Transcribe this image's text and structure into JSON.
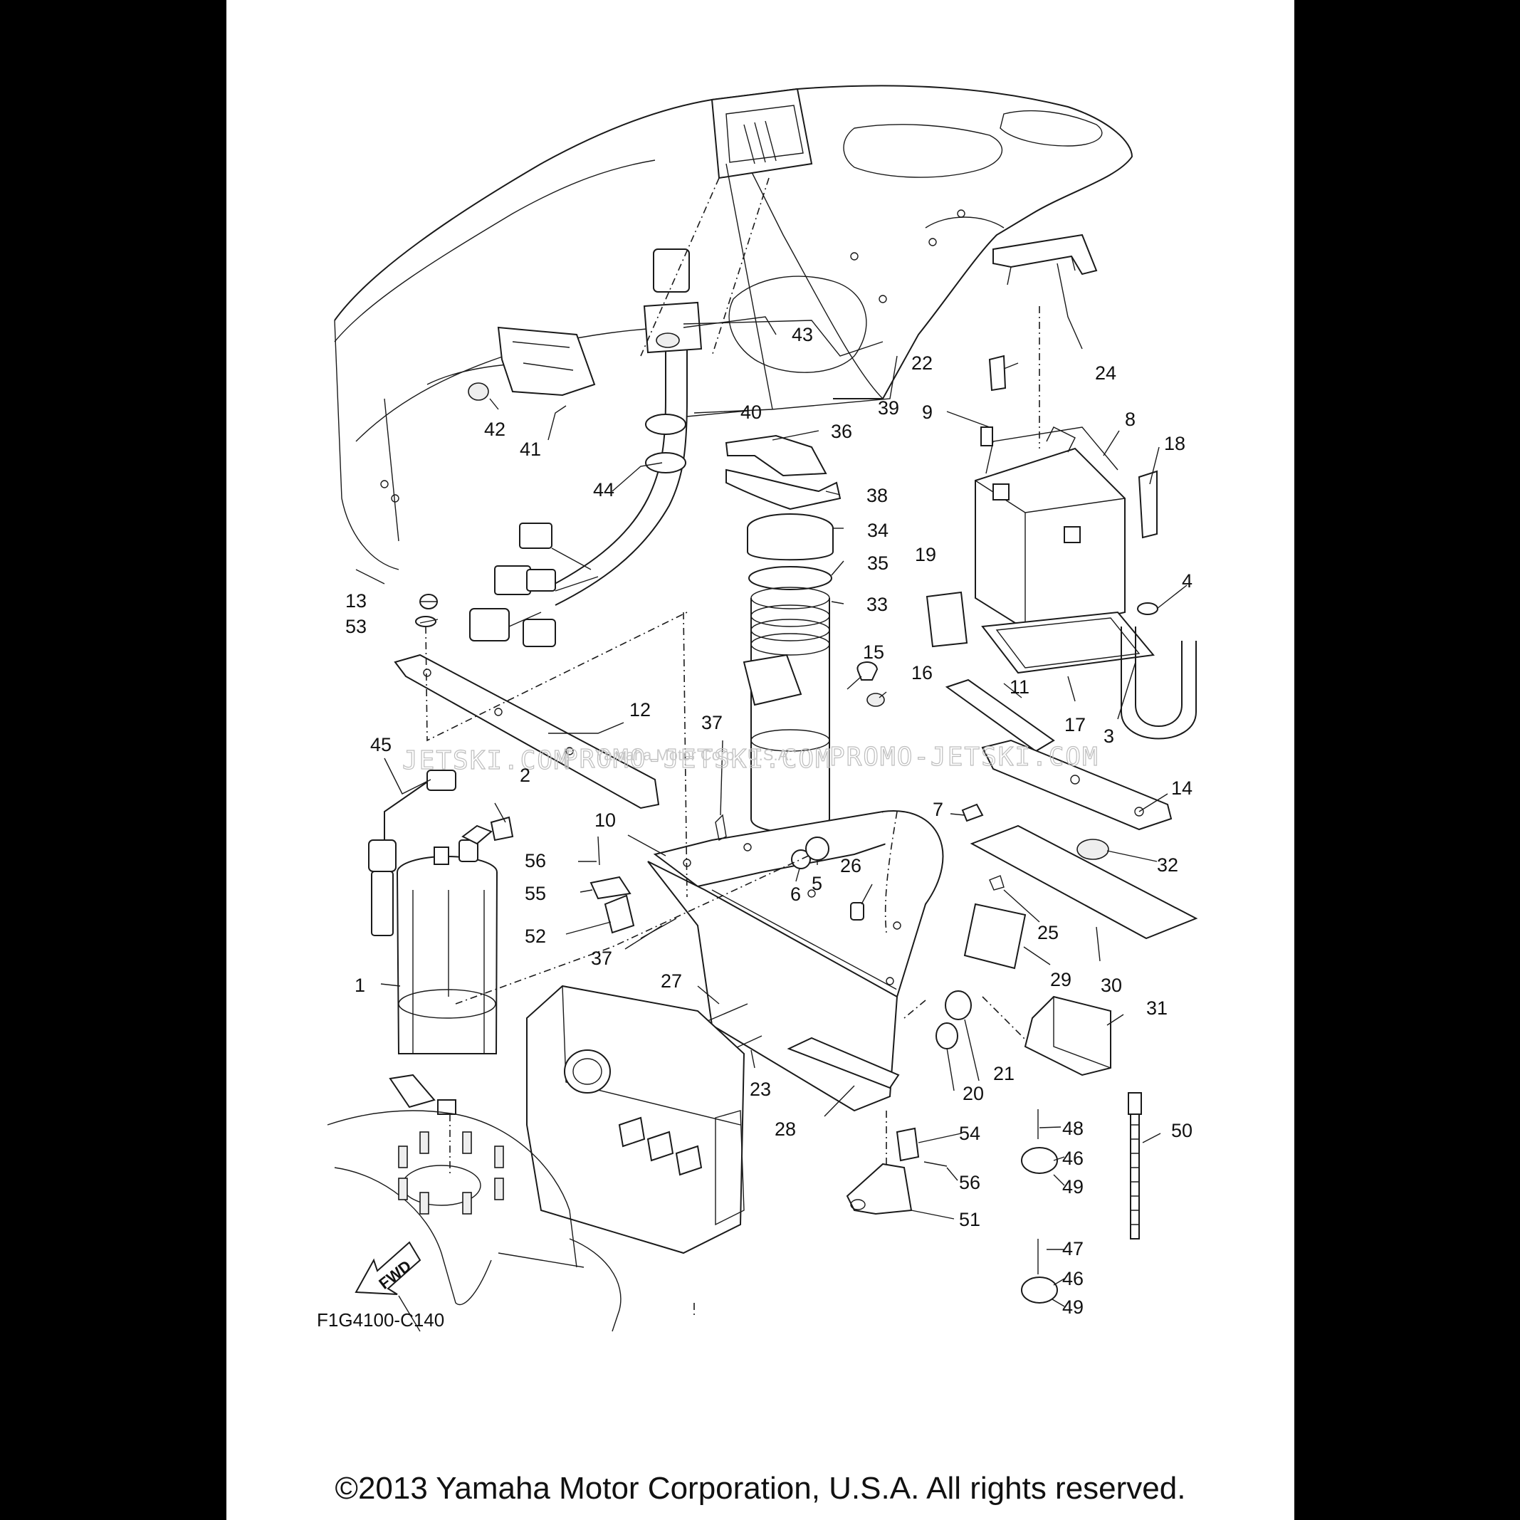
{
  "diagram_code": "F1G4100-C140",
  "forward_marker": "FWD",
  "copyright": "©2013 Yamaha Motor Corporation, U.S.A. All rights reserved.",
  "watermarks": [
    "JETSKI.COM",
    "PROMO-JETSKI.COM",
    "Yamaha Motor Corp., U.S.A.",
    "PROMO-JETSKI.COM"
  ],
  "callouts": [
    {
      "id": "c1",
      "label": "1"
    },
    {
      "id": "c2",
      "label": "2"
    },
    {
      "id": "c3",
      "label": "3"
    },
    {
      "id": "c4",
      "label": "4"
    },
    {
      "id": "c5",
      "label": "5"
    },
    {
      "id": "c6",
      "label": "6"
    },
    {
      "id": "c7",
      "label": "7"
    },
    {
      "id": "c8",
      "label": "8"
    },
    {
      "id": "c9",
      "label": "9"
    },
    {
      "id": "c10",
      "label": "10"
    },
    {
      "id": "c11",
      "label": "11"
    },
    {
      "id": "c12",
      "label": "12"
    },
    {
      "id": "c13",
      "label": "13"
    },
    {
      "id": "c14",
      "label": "14"
    },
    {
      "id": "c15",
      "label": "15"
    },
    {
      "id": "c16",
      "label": "16"
    },
    {
      "id": "c17",
      "label": "17"
    },
    {
      "id": "c18",
      "label": "18"
    },
    {
      "id": "c19",
      "label": "19"
    },
    {
      "id": "c20",
      "label": "20"
    },
    {
      "id": "c21",
      "label": "21"
    },
    {
      "id": "c22",
      "label": "22"
    },
    {
      "id": "c23",
      "label": "23"
    },
    {
      "id": "c24",
      "label": "24"
    },
    {
      "id": "c25",
      "label": "25"
    },
    {
      "id": "c26",
      "label": "26"
    },
    {
      "id": "c27",
      "label": "27"
    },
    {
      "id": "c28",
      "label": "28"
    },
    {
      "id": "c29",
      "label": "29"
    },
    {
      "id": "c30",
      "label": "30"
    },
    {
      "id": "c31",
      "label": "31"
    },
    {
      "id": "c32",
      "label": "32"
    },
    {
      "id": "c33",
      "label": "33"
    },
    {
      "id": "c34",
      "label": "34"
    },
    {
      "id": "c35",
      "label": "35"
    },
    {
      "id": "c36",
      "label": "36"
    },
    {
      "id": "c37a",
      "label": "37"
    },
    {
      "id": "c37b",
      "label": "37"
    },
    {
      "id": "c38",
      "label": "38"
    },
    {
      "id": "c39",
      "label": "39"
    },
    {
      "id": "c40",
      "label": "40"
    },
    {
      "id": "c41",
      "label": "41"
    },
    {
      "id": "c42",
      "label": "42"
    },
    {
      "id": "c43",
      "label": "43"
    },
    {
      "id": "c44",
      "label": "44"
    },
    {
      "id": "c45",
      "label": "45"
    },
    {
      "id": "c46a",
      "label": "46"
    },
    {
      "id": "c46b",
      "label": "46"
    },
    {
      "id": "c47",
      "label": "47"
    },
    {
      "id": "c48",
      "label": "48"
    },
    {
      "id": "c49a",
      "label": "49"
    },
    {
      "id": "c49b",
      "label": "49"
    },
    {
      "id": "c50",
      "label": "50"
    },
    {
      "id": "c51",
      "label": "51"
    },
    {
      "id": "c52",
      "label": "52"
    },
    {
      "id": "c53",
      "label": "53"
    },
    {
      "id": "c54",
      "label": "54"
    },
    {
      "id": "c55",
      "label": "55"
    },
    {
      "id": "c56a",
      "label": "56"
    },
    {
      "id": "c56b",
      "label": "56"
    }
  ]
}
